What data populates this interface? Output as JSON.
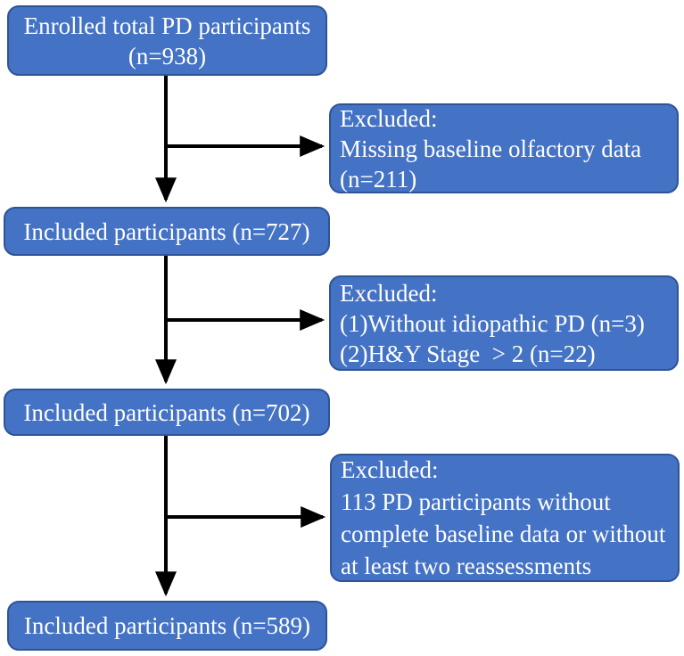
{
  "colors": {
    "box_fill": "#4472C4",
    "box_border": "#2F5496",
    "text_color": "#FFFFFF",
    "arrow_color": "#000000"
  },
  "flow": {
    "enrolled": {
      "lines": [
        "Enrolled total PD participants",
        "(n=938)"
      ]
    },
    "excluded_1": {
      "lines": [
        "Excluded:",
        "Missing baseline olfactory data",
        "(n=211)"
      ]
    },
    "included_727": {
      "label": "Included participants (n=727)"
    },
    "excluded_2": {
      "lines": [
        "Excluded:",
        "(1)Without idiopathic PD (n=3)",
        "(2)H&Y Stage  > 2 (n=22)"
      ]
    },
    "included_702": {
      "label": "Included participants (n=702)"
    },
    "excluded_3": {
      "lines": [
        "Excluded:",
        "113 PD participants without",
        "complete baseline data or without",
        "at least two reassessments"
      ]
    },
    "included_589": {
      "label": "Included participants (n=589)"
    }
  }
}
